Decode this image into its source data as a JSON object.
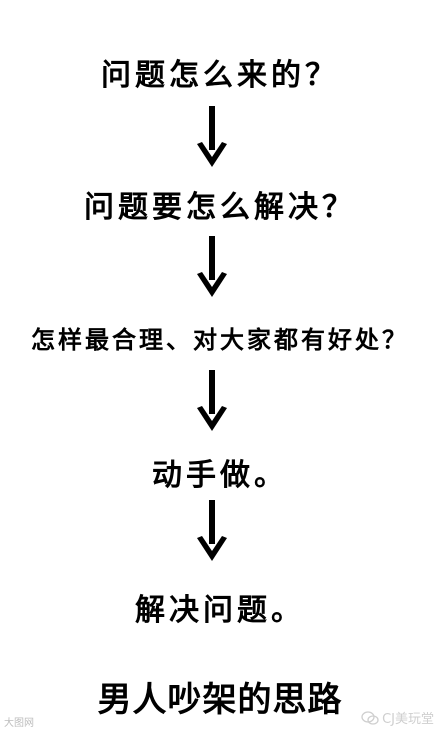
{
  "flow": {
    "steps": [
      "问题怎么来的？",
      "问题要怎么解决？",
      "怎样最合理、对大家都有好处？",
      "动手做。",
      "解决问题。"
    ]
  },
  "title": "男人吵架的思路",
  "watermark": {
    "left": "大图网",
    "right": "CJ美玩堂"
  },
  "colors": {
    "background": "#ffffff",
    "text": "#000000",
    "watermark": "#c8c8c8"
  },
  "icons": [
    "down-arrow-icon",
    "wechat-icon"
  ]
}
